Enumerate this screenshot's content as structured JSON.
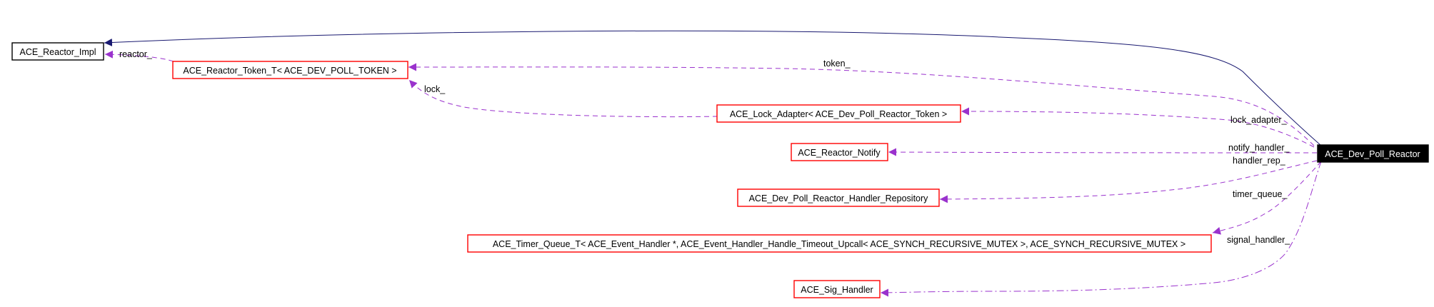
{
  "nodes": {
    "reactor_impl": "ACE_Reactor_Impl",
    "reactor_token": "ACE_Reactor_Token_T< ACE_DEV_POLL_TOKEN >",
    "lock_adapter": "ACE_Lock_Adapter< ACE_Dev_Poll_Reactor_Token >",
    "reactor_notify": "ACE_Reactor_Notify",
    "handler_repository": "ACE_Dev_Poll_Reactor_Handler_Repository",
    "timer_queue": "ACE_Timer_Queue_T< ACE_Event_Handler *, ACE_Event_Handler_Handle_Timeout_Upcall< ACE_SYNCH_RECURSIVE_MUTEX >, ACE_SYNCH_RECURSIVE_MUTEX >",
    "sig_handler": "ACE_Sig_Handler",
    "dev_poll_reactor": "ACE_Dev_Poll_Reactor"
  },
  "edge_labels": {
    "reactor": "reactor_",
    "token": "token_",
    "lock": "lock_",
    "lock_adapter": "lock_adapter_",
    "notify_handler": "notify_handler_",
    "handler_rep": "handler_rep_",
    "timer_queue": "timer_queue_",
    "signal_handler": "signal_handler_"
  },
  "colors": {
    "inheritance_edge": "#191970",
    "usage_edge": "#9a32cd",
    "documented_border": "#ff0000",
    "undocumented_border": "#000000",
    "focus_fill": "#000000"
  }
}
